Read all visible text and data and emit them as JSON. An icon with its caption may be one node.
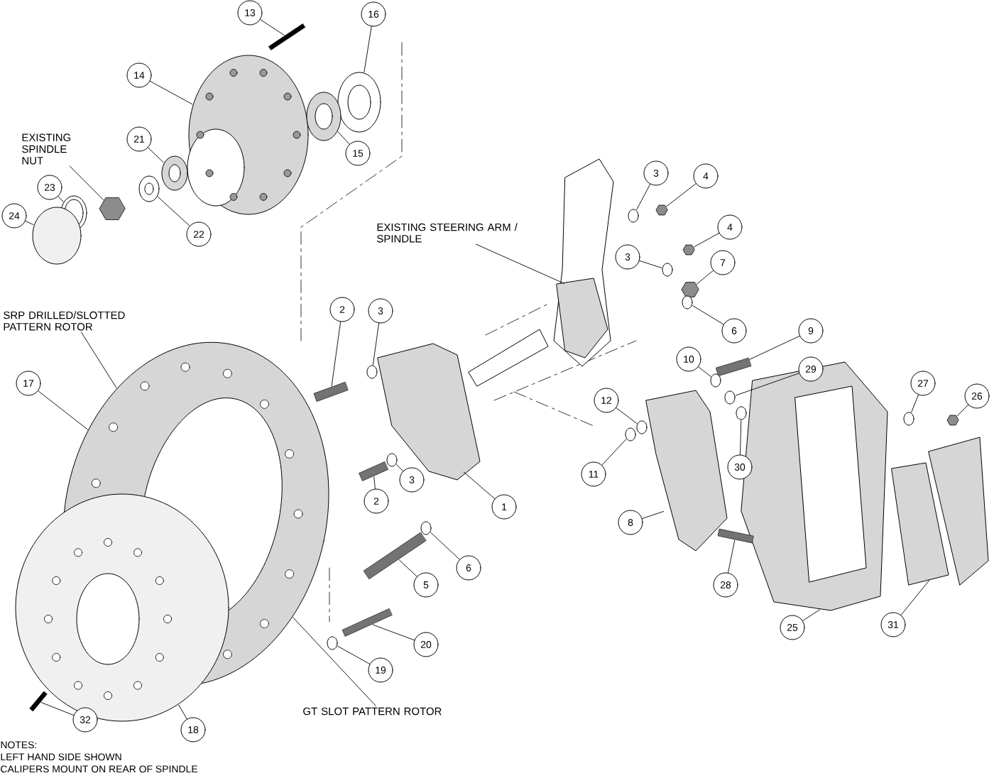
{
  "diagram": {
    "nodes": [
      {
        "text": [
          "13"
        ]
      },
      {
        "text": [
          "16"
        ]
      },
      {
        "text": [
          "14"
        ]
      },
      {
        "text": [
          "EXISTING SPINDLE NUT"
        ]
      },
      {
        "text": [
          "21"
        ]
      },
      {
        "text": [
          "15"
        ]
      },
      {
        "text": [
          "3"
        ]
      },
      {
        "text": [
          "4"
        ]
      },
      {
        "text": [
          "23"
        ]
      },
      {
        "text": [
          "24"
        ]
      },
      {
        "text": [
          "EXISTING STEERING ARM / SPINDLE"
        ]
      },
      {
        "text": [
          "4"
        ]
      },
      {
        "text": [
          "22"
        ]
      },
      {
        "text": [
          "3"
        ]
      },
      {
        "text": [
          "7"
        ]
      },
      {
        "text": [
          "2"
        ]
      },
      {
        "text": [
          "3"
        ]
      },
      {
        "text": [
          "SRP DRILLED/SLOTTED PATTERN ROTOR"
        ]
      },
      {
        "text": [
          "6"
        ]
      },
      {
        "text": [
          "9"
        ]
      },
      {
        "text": [
          "10"
        ]
      },
      {
        "text": [
          "29"
        ]
      },
      {
        "text": [
          "17"
        ]
      },
      {
        "text": [
          "27"
        ]
      },
      {
        "text": [
          "26"
        ]
      },
      {
        "text": [
          "12"
        ]
      },
      {
        "text": [
          "30"
        ]
      },
      {
        "text": [
          "11"
        ]
      },
      {
        "text": [
          "3"
        ]
      },
      {
        "text": [
          "2"
        ]
      },
      {
        "text": [
          "1"
        ]
      },
      {
        "text": [
          "8"
        ]
      },
      {
        "text": [
          "6"
        ]
      },
      {
        "text": [
          "28"
        ]
      },
      {
        "text": [
          "5"
        ]
      },
      {
        "text": [
          "25"
        ]
      },
      {
        "text": [
          "31"
        ]
      },
      {
        "text": [
          "20"
        ]
      },
      {
        "text": [
          "19"
        ]
      },
      {
        "text": [
          "GT SLOT PATTERN ROTOR"
        ]
      },
      {
        "text": [
          "32"
        ]
      },
      {
        "text": [
          "18"
        ]
      },
      {
        "text": [],
        "shape": "bar"
      },
      {
        "text": [],
        "shape": "picture"
      },
      {
        "text": [],
        "shape": "picture"
      },
      {
        "text": [],
        "shape": "hexagon"
      },
      {
        "text": [],
        "shape": "picture"
      },
      {
        "text": [],
        "shape": "picture"
      },
      {
        "text": [],
        "shape": "circle"
      },
      {
        "text": [],
        "shape": "hexagon"
      },
      {
        "text": [],
        "shape": "picture"
      },
      {
        "text": [],
        "shape": "circle"
      },
      {
        "text": [],
        "shape": "picture"
      },
      {
        "text": [],
        "shape": "hexagon"
      },
      {
        "text": [],
        "shape": "picture"
      },
      {
        "text": [],
        "shape": "circle"
      },
      {
        "text": [],
        "shape": "hexagon"
      },
      {
        "text": [],
        "shape": "bar"
      },
      {
        "text": [],
        "shape": "circle"
      },
      {
        "text": [],
        "shape": "picture"
      },
      {
        "text": [],
        "shape": "circle"
      },
      {
        "text": [],
        "shape": "bar"
      },
      {
        "text": [],
        "shape": "circle"
      },
      {
        "text": [],
        "shape": "circle"
      },
      {
        "text": [],
        "shape": "circle"
      },
      {
        "text": [],
        "shape": "hexagon"
      },
      {
        "text": [],
        "shape": "circle"
      },
      {
        "text": [],
        "shape": "circle"
      },
      {
        "text": [],
        "shape": "circle"
      },
      {
        "text": [],
        "shape": "circle"
      },
      {
        "text": [],
        "shape": "bar"
      },
      {
        "text": [],
        "shape": "picture"
      },
      {
        "text": [],
        "shape": "picture"
      },
      {
        "text": [],
        "shape": "circle"
      },
      {
        "text": [],
        "shape": "bar"
      },
      {
        "text": [],
        "shape": "bar"
      },
      {
        "text": [],
        "shape": "picture"
      },
      {
        "text": [],
        "shape": "picture"
      },
      {
        "text": [],
        "shape": "bar"
      },
      {
        "text": [],
        "shape": "circle"
      },
      {
        "text": [],
        "shape": "bar"
      },
      {
        "text": [],
        "shape": "picture"
      }
    ],
    "edges": [
      {
        "from": 0,
        "to": 42,
        "arrow": "none"
      },
      {
        "from": 1,
        "to": 43,
        "arrow": "none"
      },
      {
        "from": 2,
        "to": 44,
        "arrow": "none"
      },
      {
        "from": 3,
        "to": 45,
        "arrow": "none"
      },
      {
        "from": 4,
        "to": 46,
        "arrow": "none"
      },
      {
        "from": 5,
        "to": 47,
        "arrow": "none"
      },
      {
        "from": 6,
        "to": 48,
        "arrow": "none"
      },
      {
        "from": 7,
        "to": 49,
        "arrow": "none"
      },
      {
        "from": 8,
        "to": 50,
        "arrow": "none"
      },
      {
        "from": 9,
        "to": 51,
        "arrow": "none"
      },
      {
        "from": 10,
        "to": 52,
        "arrow": "none"
      },
      {
        "from": 11,
        "to": 53,
        "arrow": "none"
      },
      {
        "from": 12,
        "to": 54,
        "arrow": "none"
      },
      {
        "from": 13,
        "to": 55,
        "arrow": "none"
      },
      {
        "from": 14,
        "to": 56,
        "arrow": "none"
      },
      {
        "from": 15,
        "to": 57,
        "arrow": "none"
      },
      {
        "from": 16,
        "to": 58,
        "arrow": "none"
      },
      {
        "from": 17,
        "to": 59,
        "arrow": "none"
      },
      {
        "from": 18,
        "to": 60,
        "arrow": "none"
      },
      {
        "from": 19,
        "to": 61,
        "arrow": "none"
      },
      {
        "from": 20,
        "to": 62,
        "arrow": "none"
      },
      {
        "from": 21,
        "to": 63,
        "arrow": "none"
      },
      {
        "from": 22,
        "to": 59,
        "arrow": "none"
      },
      {
        "from": 23,
        "to": 64,
        "arrow": "none"
      },
      {
        "from": 24,
        "to": 65,
        "arrow": "none"
      },
      {
        "from": 25,
        "to": 66,
        "arrow": "none"
      },
      {
        "from": 26,
        "to": 67,
        "arrow": "none"
      },
      {
        "from": 27,
        "to": 68,
        "arrow": "none"
      },
      {
        "from": 28,
        "to": 69,
        "arrow": "none"
      },
      {
        "from": 29,
        "to": 70,
        "arrow": "none"
      },
      {
        "from": 30,
        "to": 71,
        "arrow": "none"
      },
      {
        "from": 31,
        "to": 72,
        "arrow": "none"
      },
      {
        "from": 32,
        "to": 73,
        "arrow": "none"
      },
      {
        "from": 33,
        "to": 74,
        "arrow": "none"
      },
      {
        "from": 34,
        "to": 75,
        "arrow": "none"
      },
      {
        "from": 35,
        "to": 76,
        "arrow": "none"
      },
      {
        "from": 36,
        "to": 77,
        "arrow": "none"
      },
      {
        "from": 37,
        "to": 78,
        "arrow": "none"
      },
      {
        "from": 38,
        "to": 79,
        "arrow": "none"
      },
      {
        "from": 39,
        "to": 59,
        "arrow": "none"
      },
      {
        "from": 40,
        "to": 80,
        "arrow": "none"
      },
      {
        "from": 41,
        "to": 81,
        "arrow": "none"
      }
    ],
    "labels": [
      "NOTES:",
      "LEFT HAND SIDE SHOWN",
      "CALIPERS MOUNT ON REAR OF SPINDLE"
    ]
  }
}
